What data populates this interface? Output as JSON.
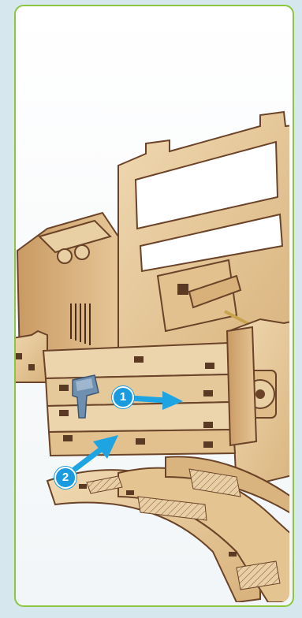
{
  "instruction_panel": {
    "steps": [
      {
        "number": "1",
        "action": "push-right"
      },
      {
        "number": "2",
        "action": "push-up"
      }
    ]
  },
  "colors": {
    "frame_border": "#8cc63f",
    "background": "#d6e7ee",
    "wood_light": "#e9cfa4",
    "wood_mid": "#d9b47f",
    "wood_edge": "#6a4328",
    "arrow_blue": "#1ea4e3",
    "clip_blue": "#6f8fb1"
  },
  "icons": [
    "arrow-right-icon",
    "arrow-up-right-icon",
    "clip-icon"
  ]
}
